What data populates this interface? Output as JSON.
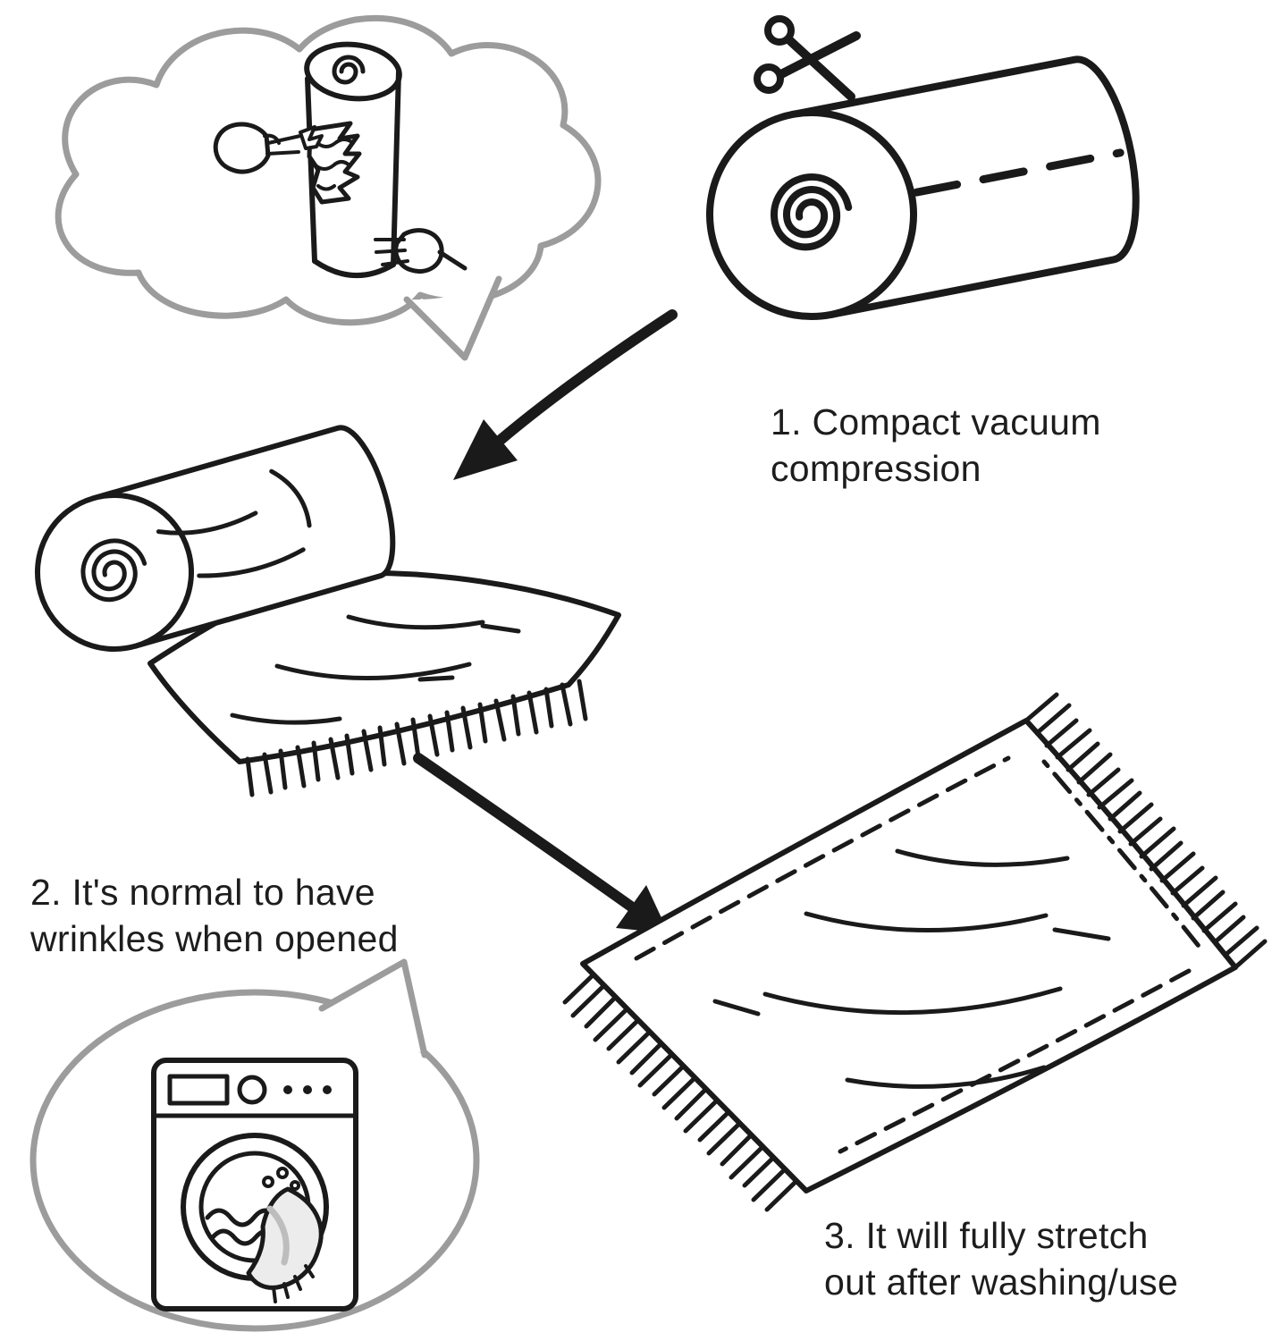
{
  "steps": {
    "step1": "1. Compact vacuum\ncompression",
    "step2": "2. It's normal to have\nwrinkles when opened",
    "step3": "3. It will fully stretch\nout after washing/use"
  },
  "illustrations": {
    "thought_bubble": "package-opening-thought-bubble",
    "scissors": "scissors-icon",
    "compressed_roll": "compressed-roll-illustration",
    "arrow_1": "curved-arrow-down-left",
    "unrolled_blanket": "unrolled-blanket-illustration",
    "arrow_2": "curved-arrow-down-right",
    "spread_blanket": "spread-blanket-illustration",
    "washing_machine_bubble": "washing-machine-speech-bubble"
  },
  "colors": {
    "ink": "#1a1a1a",
    "bubble_outline": "#9c9c9c",
    "background": "#ffffff",
    "shade": "#ececec"
  }
}
